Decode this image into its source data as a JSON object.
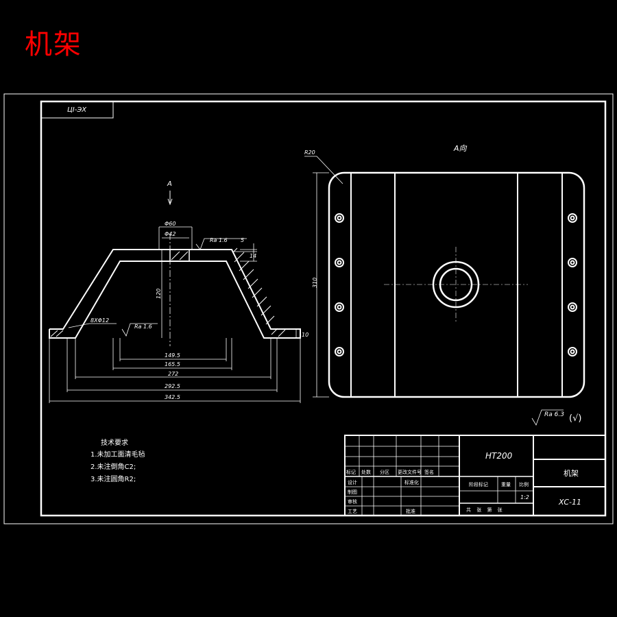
{
  "page_title": "机架",
  "drawing_code_box": "ЦI-ЭX",
  "view_arrow_label": "A",
  "view_label": "A向",
  "dims": {
    "d60": "Φ60",
    "d42": "Φ42",
    "ra_top": "Ra 1.6",
    "ra_mid": "Ra 1.6",
    "thick_5": "5",
    "thick_14": "14",
    "h_120": "120",
    "holes": "8XΦ12",
    "t_10": "10",
    "w_1": "149.5",
    "w_2": "165.5",
    "w_3": "272",
    "w_4": "292.5",
    "w_5": "342.5",
    "r20": "R20",
    "h_310": "310"
  },
  "surface_finish": {
    "value": "Ra 6.3",
    "other": "(√)"
  },
  "tech_requirements": {
    "title": "技术要求",
    "lines": [
      "1.未加工面清毛毡",
      "2.未注倒角C2;",
      "3.未注圆角R2;"
    ]
  },
  "title_block": {
    "material": "HT200",
    "part_name": "机架",
    "drawing_no": "XC-11",
    "scale_value": "1:2",
    "header_cells": [
      "标记",
      "处数",
      "分区",
      "更改文件号",
      "签名"
    ],
    "rows": [
      "设计",
      "制图",
      "审核",
      "工艺"
    ],
    "std_label": "标准化",
    "approve_label": "批准",
    "stage_labels": [
      "阶段标记",
      "重量",
      "比例"
    ],
    "sheet_text": "共 张 第 张"
  }
}
